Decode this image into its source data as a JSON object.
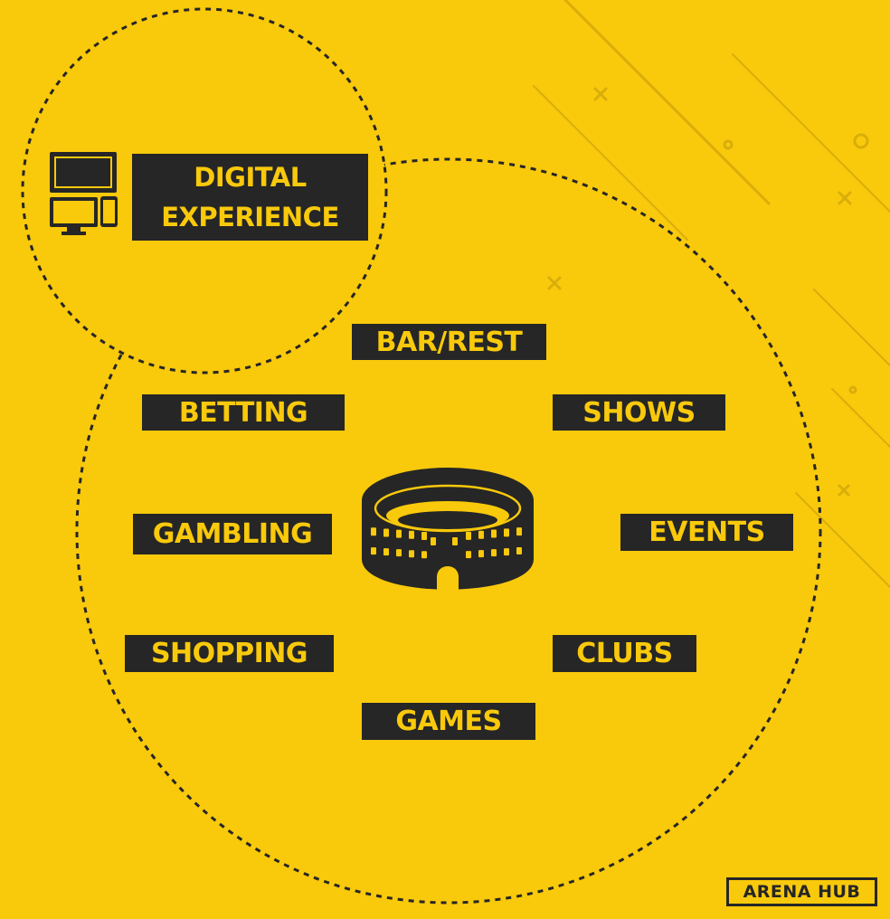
{
  "outer_circle_title": [
    "DIGITAL",
    "EXPERIENCE"
  ],
  "icons": {
    "devices": "devices-icon",
    "arena": "colosseum-icon"
  },
  "offerings": [
    "BAR/REST",
    "BETTING",
    "SHOWS",
    "GAMBLING",
    "EVENTS",
    "SHOPPING",
    "CLUBS",
    "GAMES"
  ],
  "brand": "ARENA HUB",
  "colors": {
    "background": "#F9C90B",
    "dark": "#262626",
    "decoration": "#D9AE0A"
  }
}
